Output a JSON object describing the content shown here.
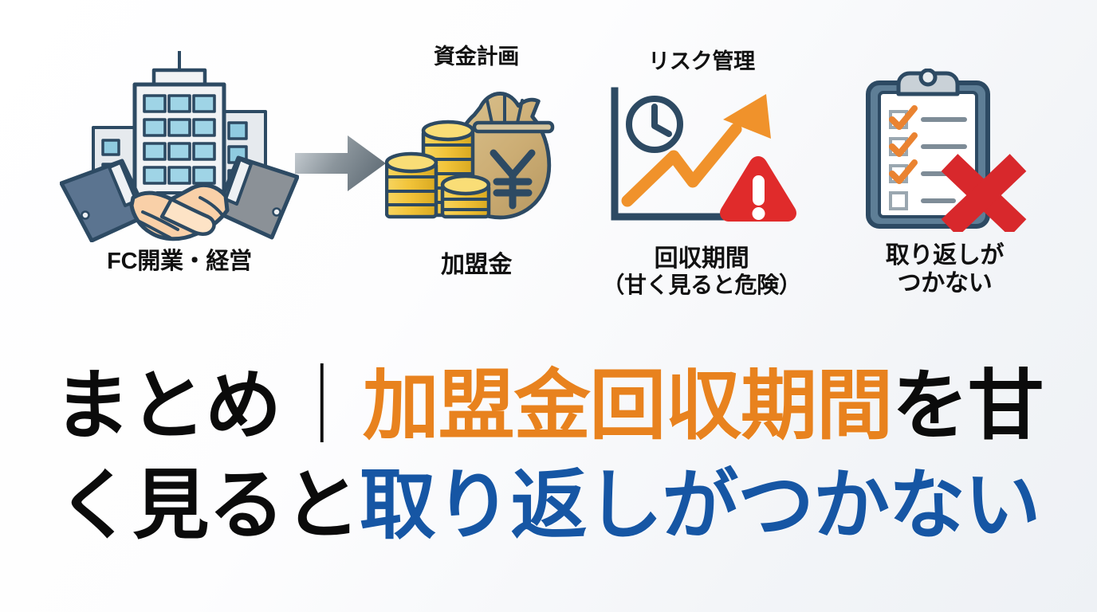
{
  "theme": {
    "background_top": "#ffffff",
    "background_bottom": "#eef1f5",
    "accent_orange": "#E8821E",
    "accent_blue": "#1656A4",
    "text_black": "#0b0b0b",
    "icon_outline": "#2d4a63",
    "alert_red": "#E02B2B",
    "coin_gold": "#F5C842"
  },
  "icon_strip": {
    "blocks": [
      {
        "icon": "handshake-building-icon",
        "caption_top": "",
        "caption_bottom": "FC開業・経営"
      },
      {
        "icon": "arrow-right-icon",
        "caption_top": "",
        "caption_bottom": ""
      },
      {
        "icon": "money-bag-coins-icon",
        "caption_top": "資金計画",
        "caption_bottom": "加盟金"
      },
      {
        "icon": "risk-chart-warning-icon",
        "caption_top": "リスク管理",
        "caption_bottom": "回収期間",
        "caption_bottom_line2": "（甘く見ると危険）"
      },
      {
        "icon": "clipboard-cross-icon",
        "caption_top": "",
        "caption_bottom": "取り返しが",
        "caption_bottom_line2": "つかない"
      }
    ]
  },
  "headline": {
    "line1": {
      "prefix_black": "まとめ",
      "separator": "｜",
      "orange": "加盟金回収期間",
      "suffix_black": "を甘"
    },
    "line2": {
      "prefix_black": "く見ると",
      "blue": "取り返しがつかない"
    }
  }
}
